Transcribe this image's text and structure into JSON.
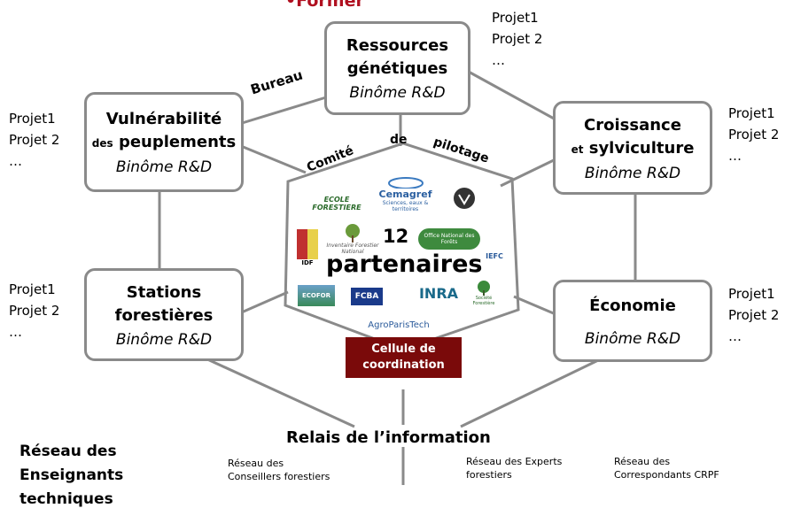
{
  "top_title": "•Former",
  "center": {
    "bureau_label": "Bureau",
    "comite_words": [
      "Comité",
      "de",
      "pilotage"
    ],
    "count": "12",
    "partenaires": "partenaires",
    "cellule_line1": "Cellule de",
    "cellule_line2": "coordination"
  },
  "boxes": {
    "ressources": {
      "line1": "Ressources",
      "line2": "génétiques",
      "binome": "Binôme R&D"
    },
    "vulnerabilite": {
      "line1": "Vulnérabilité",
      "line2_small": "des",
      "line2": "peuplements",
      "binome": "Binôme R&D"
    },
    "croissance": {
      "line1": "Croissance",
      "line2_small": "et",
      "line2": "sylviculture",
      "binome": "Binôme R&D"
    },
    "stations": {
      "line1": "Stations",
      "line2": "forestières",
      "binome": "Binôme R&D"
    },
    "economie": {
      "line1": "Économie",
      "binome": "Binôme R&D"
    }
  },
  "projets": {
    "p1": "Projet1",
    "p2": "Projet 2",
    "more": "…"
  },
  "logos": {
    "cemagref": "Cemagref",
    "cemagref_sub": "Sciences, eaux & territoires",
    "ecole": "ECOLE FORESTIERE",
    "ign": "Inventaire Forestier National",
    "onf": "Office National des Forêts",
    "idf": "IDF",
    "iefc": "IEFC",
    "ecofor": "ECOFOR",
    "fcba": "FCBA",
    "inra": "INRA",
    "sf": "Société Forestière",
    "agro": "AgroParisTech"
  },
  "bottom": {
    "relais": "Relais de l’information",
    "reseau_ens": [
      "Réseau des",
      "Enseignants",
      "techniques"
    ],
    "conseillers": [
      "Réseau des",
      "Conseillers forestiers"
    ],
    "experts": [
      "Réseau des Experts",
      "forestiers"
    ],
    "correspondants": [
      "Réseau des",
      "Correspondants CRPF"
    ]
  },
  "colors": {
    "line": "#8a8a8a",
    "title_red": "#b01020",
    "cellule_bg": "#7a0a0a"
  }
}
